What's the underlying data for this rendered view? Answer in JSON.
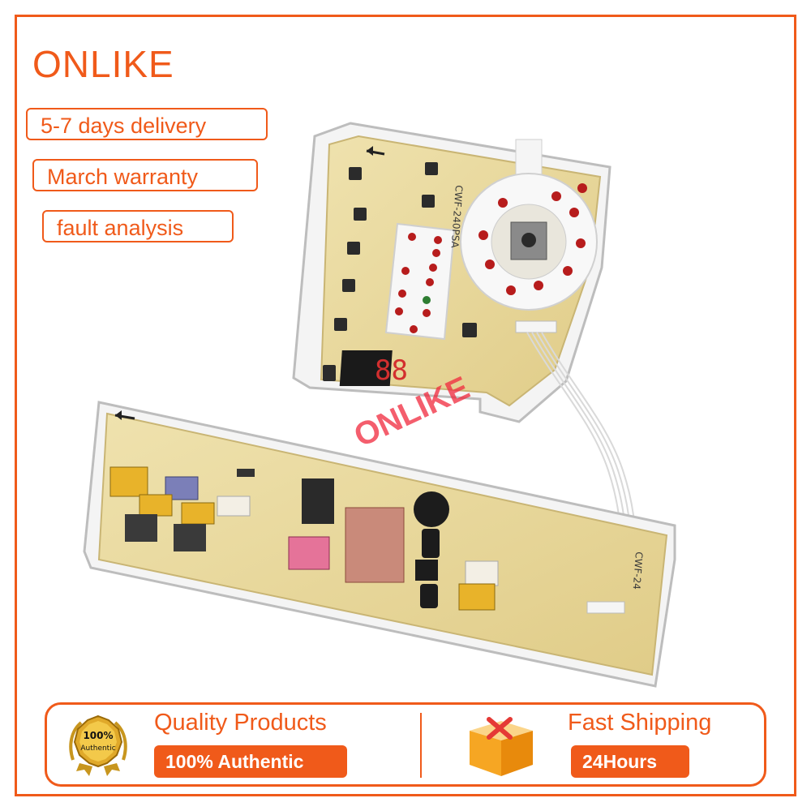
{
  "brand": "ONLIKE",
  "tags": [
    "5-7 days delivery",
    "March warranty",
    "fault analysis"
  ],
  "watermark": "ONLIKE",
  "board_labels": {
    "display": "88",
    "pcb_code_top": "CWF-240PSA",
    "pcb_code_bottom": "CWF-24"
  },
  "footer": {
    "left": {
      "title": "Quality Products",
      "pill": "100% Authentic",
      "badge_line1": "100%",
      "badge_line2": "Authentic",
      "icon": "gold-seal-icon"
    },
    "right": {
      "title": "Fast Shipping",
      "pill": "24Hours",
      "icon": "shipping-box-icon"
    }
  },
  "colors": {
    "accent": "#f05a1a",
    "pcb": "#e6d59a",
    "watermark": "#f0283c"
  }
}
